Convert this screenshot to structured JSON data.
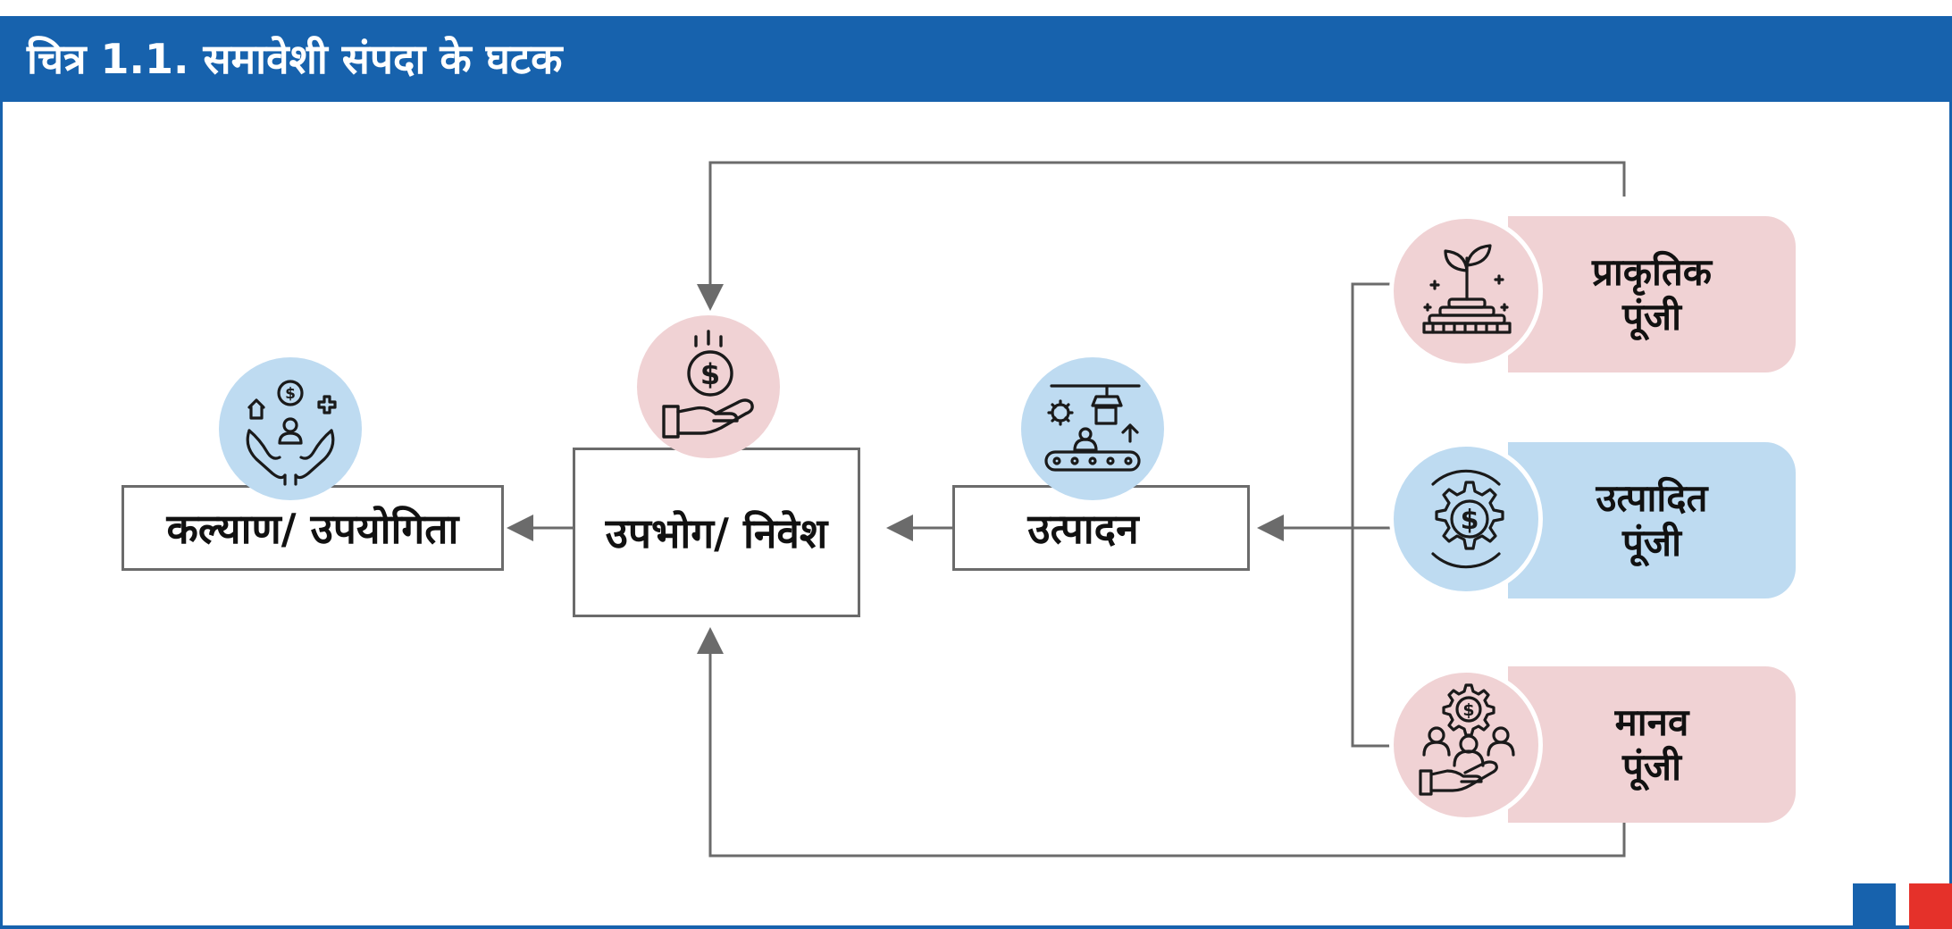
{
  "header": {
    "title": "चित्र 1.1. समावेशी संपदा के घटक"
  },
  "diagram": {
    "boxes": {
      "welfare": "कल्याण/ उपयोगिता",
      "consumption": "उपभोग/ निवेश",
      "production": "उत्पादन"
    },
    "capitals": {
      "natural": {
        "line1": "प्राकृतिक",
        "line2": "पूंजी",
        "color": "#f0d2d4",
        "icon": "plant-coins-icon"
      },
      "produced": {
        "line1": "उत्पादित",
        "line2": "पूंजी",
        "color": "#bedbf1",
        "icon": "gear-dollar-icon"
      },
      "human": {
        "line1": "मानव",
        "line2": "पूंजी",
        "color": "#f0d2d4",
        "icon": "people-gear-dollar-icon"
      }
    },
    "icons": {
      "welfare": "hands-welfare-icon",
      "consumption": "coin-hand-icon",
      "production": "conveyor-belt-icon"
    }
  },
  "colors": {
    "header": "#1762ad",
    "pink": "#f0d2d4",
    "blue": "#bedbf1",
    "red": "#e5312a",
    "line": "#6b6b6b"
  }
}
